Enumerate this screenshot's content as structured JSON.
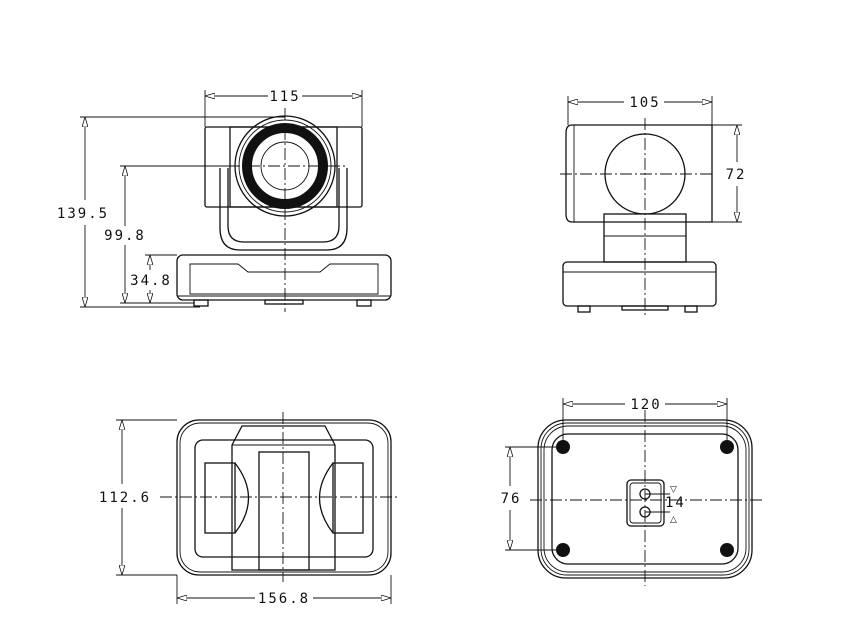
{
  "views": {
    "front": {
      "dimensions": {
        "width": "115",
        "total_height": "139.5",
        "lens_center_height": "99.8",
        "base_height": "34.8"
      }
    },
    "side": {
      "dimensions": {
        "depth": "105",
        "head_height": "72"
      }
    },
    "top": {
      "dimensions": {
        "depth": "112.6",
        "width": "156.8"
      }
    },
    "bottom": {
      "dimensions": {
        "foot_spacing_x": "120",
        "foot_spacing_y": "76",
        "screw_spacing": "14"
      }
    }
  }
}
